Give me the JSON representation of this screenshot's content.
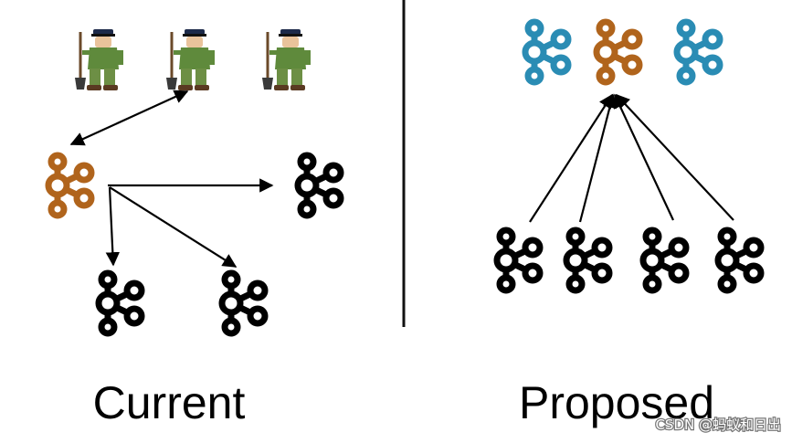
{
  "labels": {
    "current": "Current",
    "proposed": "Proposed"
  },
  "watermark": "CSDN @蚂蚁和日出",
  "colors": {
    "orange": "#b0641c",
    "blue": "#2a8cb4",
    "black": "#000000",
    "divider": "#111111"
  },
  "icons": {
    "kafka": "kafka-logo-icon",
    "worker": "worker-with-shovel-icon"
  }
}
